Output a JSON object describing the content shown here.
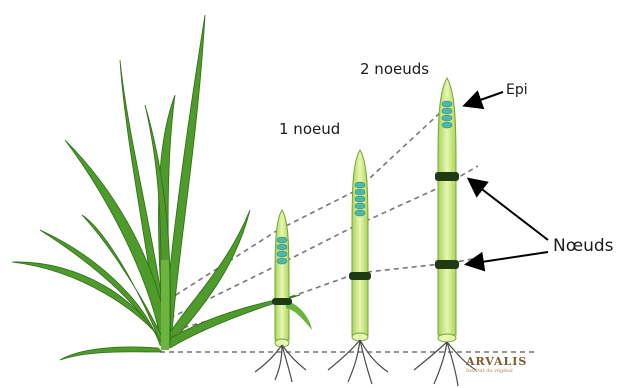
{
  "labels": {
    "two_nodes": "2 noeuds",
    "one_node": "1 noeud",
    "ear": "Epi",
    "nodes": "Nœuds"
  },
  "logo": {
    "brand": "ARVALIS",
    "tagline": "Institut du végétal"
  },
  "colors": {
    "leaf": "#4e9a2a",
    "leaf_dark": "#2f6d18",
    "stem": "#cfe88a",
    "ear": "#4fb7a6",
    "node_ring": "#1f3b14",
    "dashed_line": "#777777",
    "roots": "#4a4a4a"
  }
}
